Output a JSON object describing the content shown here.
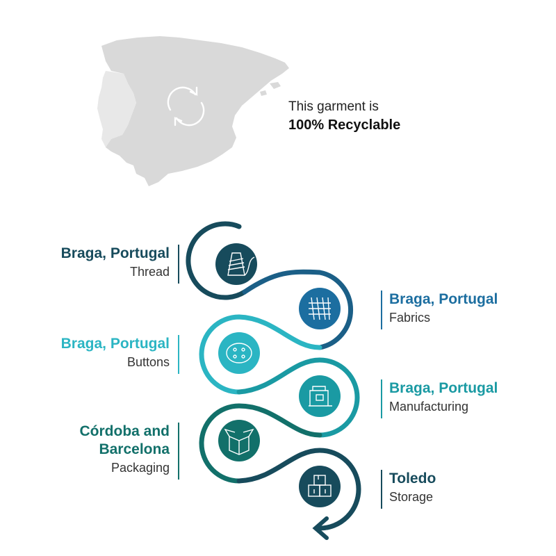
{
  "headline": {
    "line1": "This garment is",
    "line2": "100% Recyclable"
  },
  "map": {
    "spain_color": "#d9d9d9",
    "portugal_color": "#e8e8e8",
    "icon": "recycle-arrows-icon"
  },
  "steps": [
    {
      "place": "Braga, Portugal",
      "role": "Thread",
      "icon": "thread-spool-icon",
      "color": "#174b5c",
      "side": "left"
    },
    {
      "place": "Braga, Portugal",
      "role": "Fabrics",
      "icon": "fabric-weave-icon",
      "color": "#1c6ea0",
      "side": "right"
    },
    {
      "place": "Braga, Portugal",
      "role": "Buttons",
      "icon": "button-icon",
      "color": "#2bb5c3",
      "side": "left"
    },
    {
      "place": "Braga, Portugal",
      "role": "Manufacturing",
      "icon": "sewing-machine-icon",
      "color": "#1a9aa3",
      "side": "right"
    },
    {
      "place": "Córdoba and\nBarcelona",
      "role": "Packaging",
      "icon": "open-box-icon",
      "color": "#12706a",
      "side": "left"
    },
    {
      "place": "Toledo",
      "role": "Storage",
      "icon": "stacked-boxes-icon",
      "color": "#174b5c",
      "side": "right"
    }
  ]
}
